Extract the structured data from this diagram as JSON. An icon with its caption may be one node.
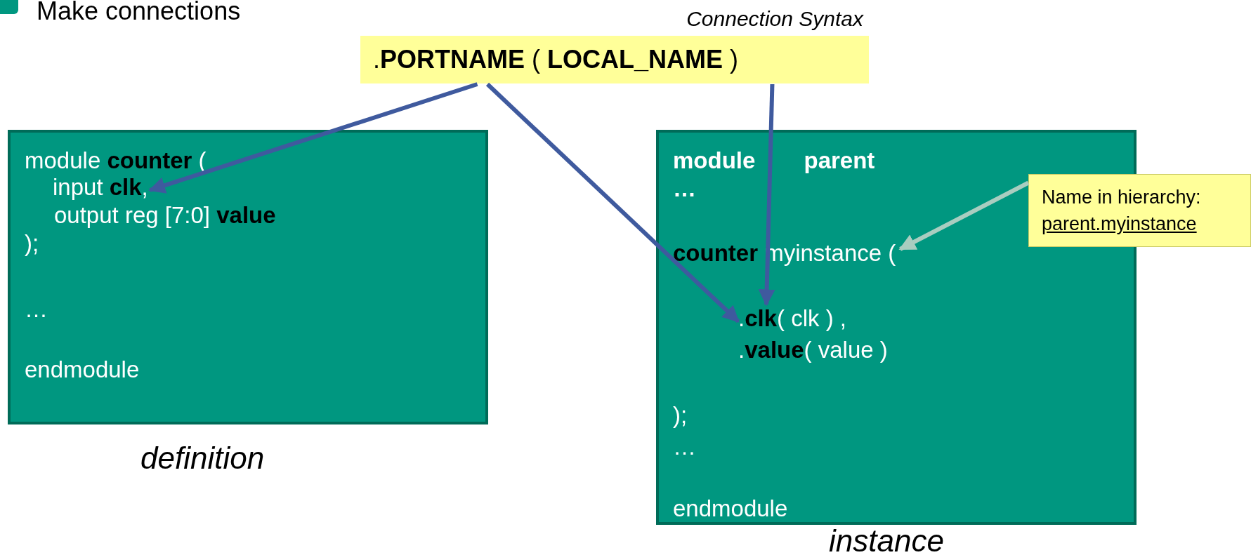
{
  "diagram": {
    "nodes": [
      {
        "text": [
          "Connection Syntax",
          ".**PORTNAME** ( **LOCAL_NAME** )"
        ]
      },
      {
        "text": [
          "module **counter** (",
          "output reg [7:0] **value**",
          ");",
          "…",
          "endmodule"
        ],
        "beside": [
          "definition"
        ]
      },
      {
        "text": [
          "input **clk**,"
        ],
        "in": 1
      },
      {
        "text": [
          "module parent",
          "…",
          ".**value**(  value )",
          ");",
          "…",
          "endmodule"
        ],
        "beside": [
          "instance"
        ]
      },
      {
        "text": [
          "**counter** myinstance ("
        ],
        "in": 3
      },
      {
        "text": [
          ".**clk**( clk  )  ,"
        ],
        "in": 3
      },
      {
        "text": [
          "Name in hierarchy:",
          "parent.myinstance"
        ]
      }
    ],
    "edges": [
      {
        "from": 0,
        "to": 2,
        "arrow": "to"
      },
      {
        "from": 0,
        "to": 5,
        "arrow": "to"
      },
      {
        "from": 0,
        "to": 5,
        "arrow": "to"
      },
      {
        "from": 6,
        "to": 4,
        "arrow": "to",
        "color": "#a9cdc0"
      }
    ],
    "labels": [
      "Make connections"
    ]
  }
}
